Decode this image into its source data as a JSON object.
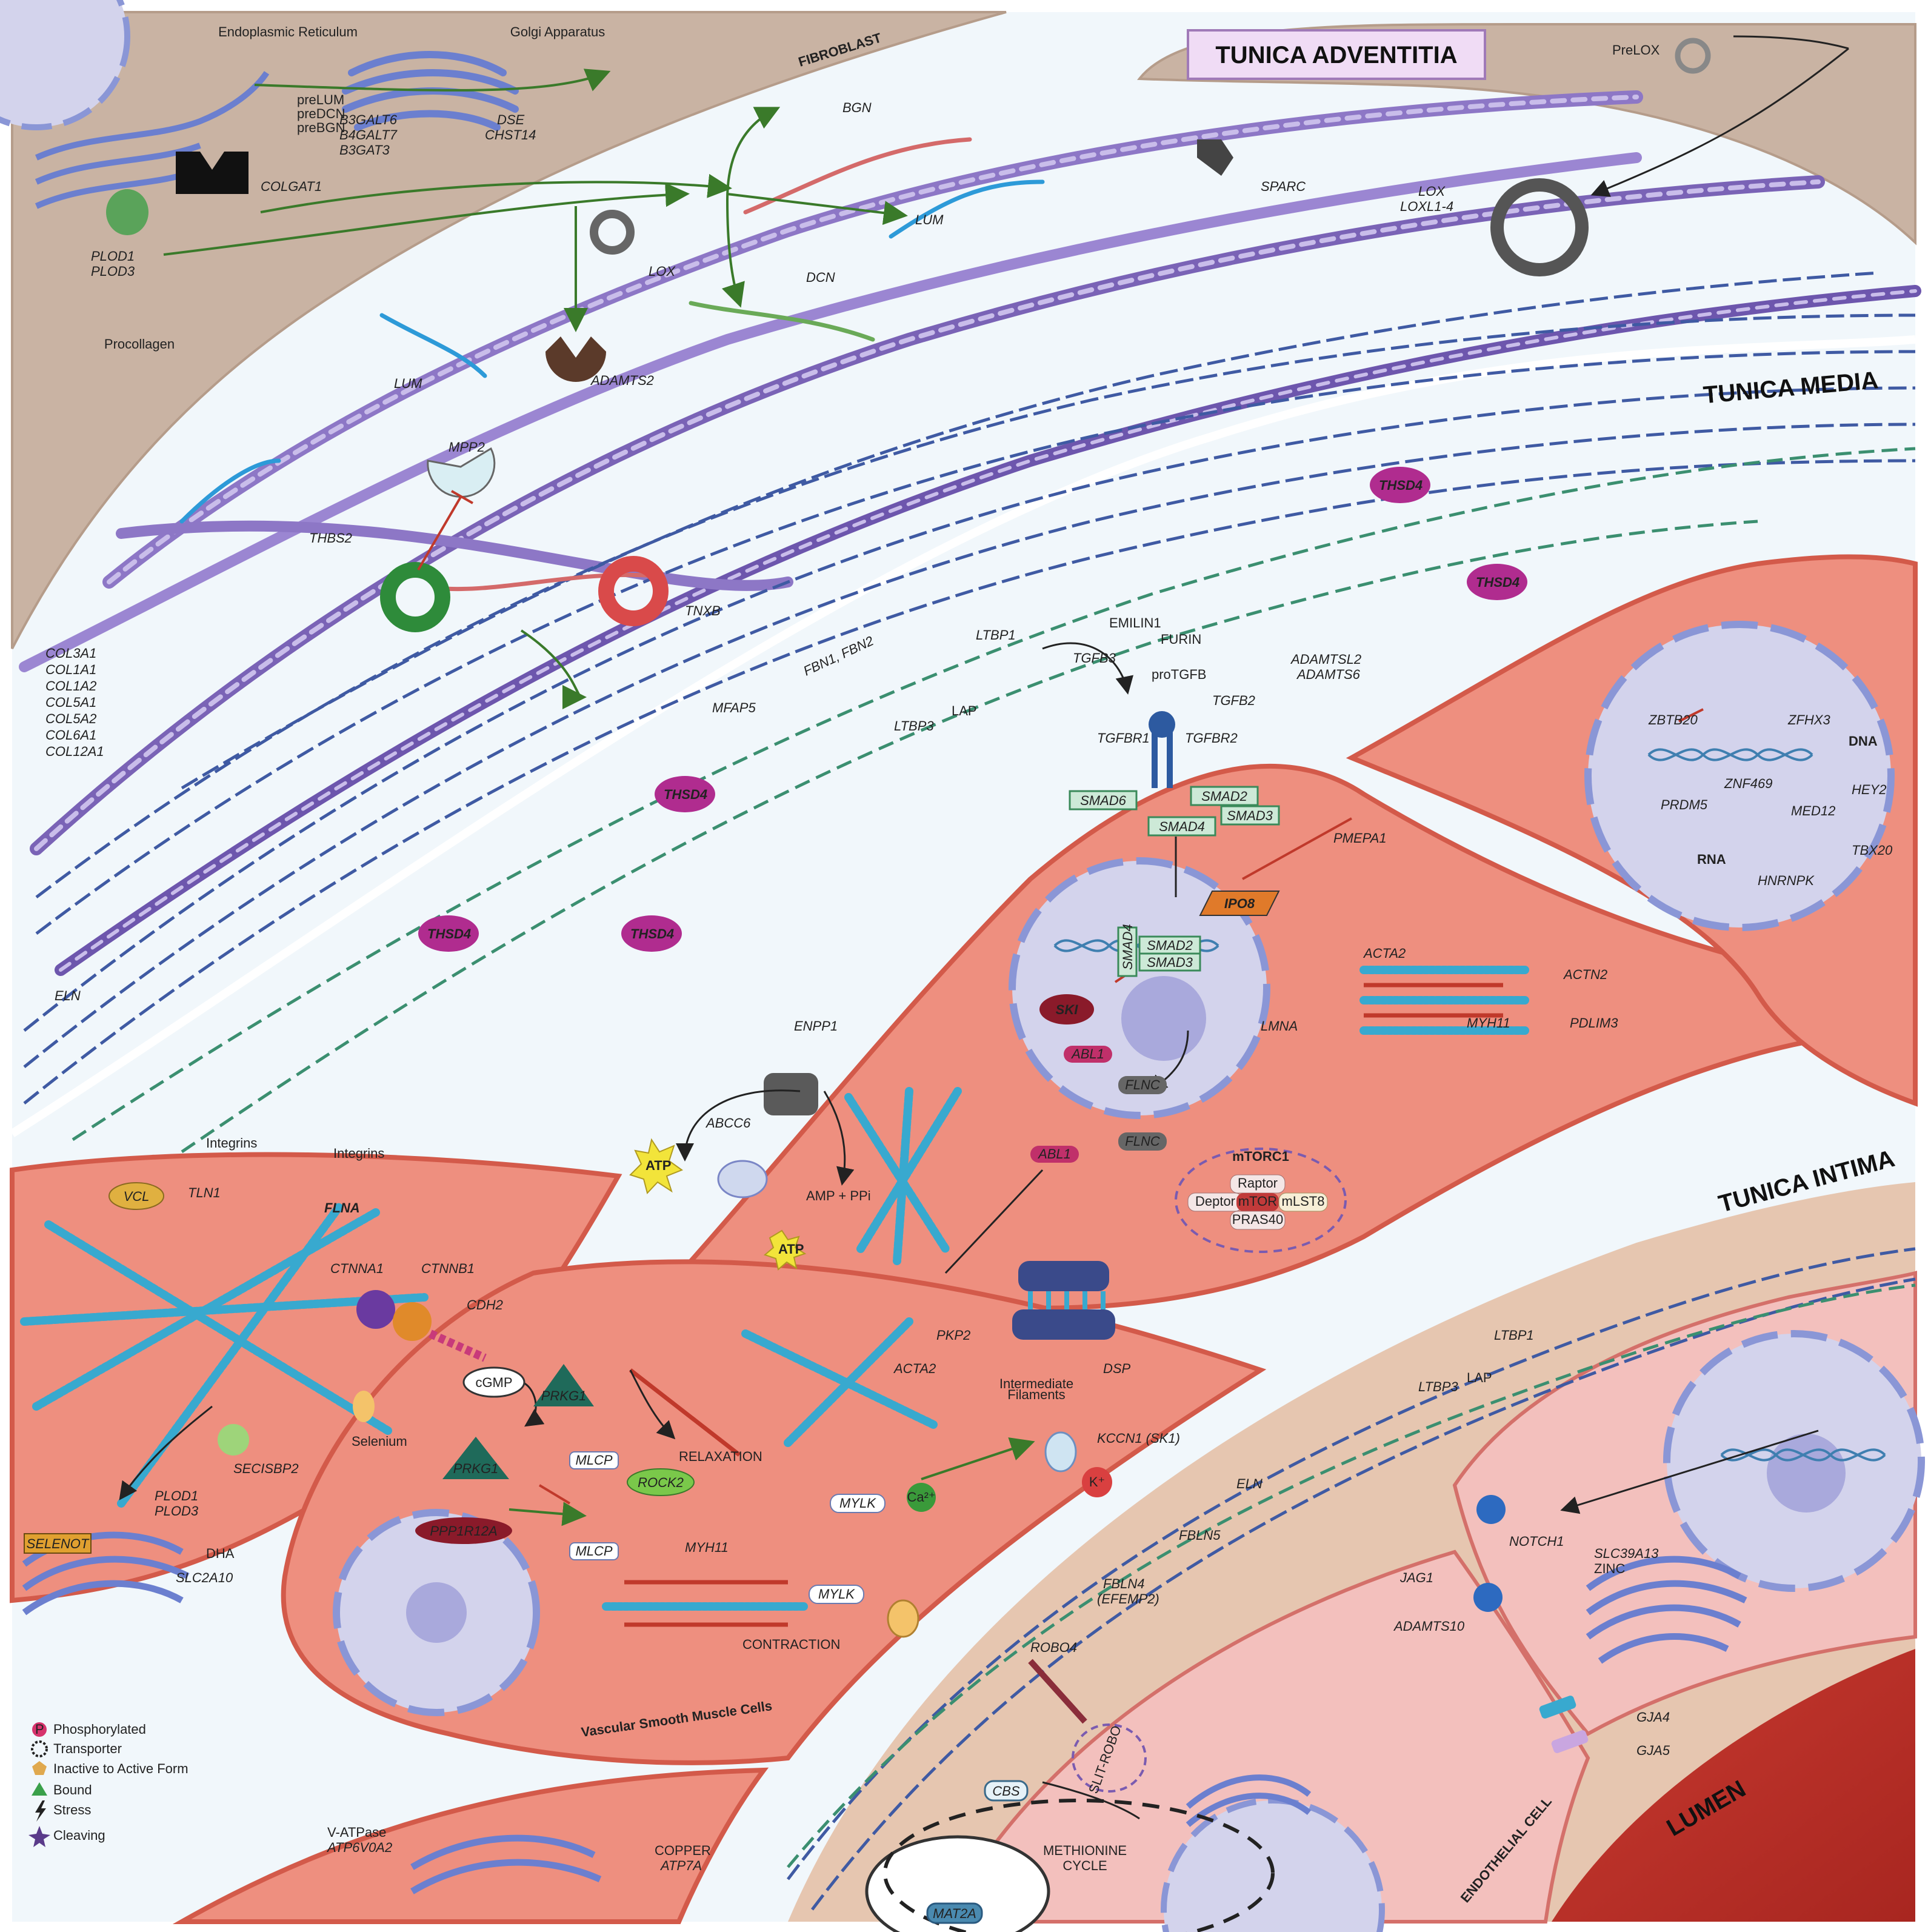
{
  "regions": {
    "adventitia": "TUNICA ADVENTITIA",
    "media": "TUNICA MEDIA",
    "intima": "TUNICA INTIMA",
    "lumen": "LUMEN",
    "fibroblast": "FIBROBLAST",
    "vsmc": "Vascular Smooth Muscle Cells",
    "endothelial": "ENDOTHELIAL CELL"
  },
  "colors": {
    "fibroblast_bg": "#c9b3a3",
    "matrix_bg": "#f2f7fa",
    "smc_fill": "#ee8f7f",
    "smc_stroke": "#d35a4a",
    "endo_fill": "#f3c0bd",
    "intima_band": "#e6c6b0",
    "lumen": "#c23a30",
    "collagen": "#7a63b6",
    "elastin": "#3f5aa3",
    "microfibril": "#3b8f70",
    "actin": "#38a9cf",
    "nucleus": "#c9cbe8"
  },
  "fibroblast": {
    "er": "Endoplasmic Reticulum",
    "golgi": "Golgi Apparatus",
    "pre": [
      "preLUM",
      "preDCN",
      "preBGN"
    ],
    "glyco": [
      "B3GALT6",
      "B4GALT7",
      "B3GAT3"
    ],
    "dse": [
      "DSE",
      "CHST14"
    ],
    "colgat": "COLGAT1",
    "plod": [
      "PLOD1",
      "PLOD3"
    ],
    "procollagen": "Procollagen",
    "prelox": "PreLOX"
  },
  "ecm": {
    "bgn": "BGN",
    "lum": "LUM",
    "lum2": "LUM",
    "dcn": "DCN",
    "lox": "LOX",
    "lox_family": [
      "LOX",
      "LOXL1-4"
    ],
    "sparc": "SPARC",
    "adamts2": "ADAMTS2",
    "mpp2": "MPP2",
    "thbs2": "THBS2",
    "tnxb": "TNXB",
    "collagens": [
      "COL3A1",
      "COL1A1",
      "COL1A2",
      "COL5A1",
      "COL5A2",
      "COL6A1",
      "COL12A1"
    ],
    "eln": "ELN",
    "thsd4": "THSD4",
    "mfap5": "MFAP5",
    "fbn": "FBN1, FBN2",
    "ltbp1": "LTBP1",
    "ltbp3": "LTBP3",
    "lap": "LAP",
    "emilin": "EMILIN1",
    "furin": "FURIN",
    "protgfb": "proTGFB",
    "tgfb3": "TGFB3",
    "tgfb2": "TGFB2",
    "adamtsl": [
      "ADAMTSL2",
      "ADAMTS6"
    ],
    "tgfbr1": "TGFBR1",
    "tgfbr2": "TGFBR2",
    "enpp1": "ENPP1",
    "abcc6": "ABCC6",
    "atp": "ATP",
    "ampppi": "AMP + PPi"
  },
  "smc": {
    "smad6": "SMAD6",
    "smad2": "SMAD2",
    "smad3": "SMAD3",
    "smad4": "SMAD4",
    "pmepa1": "PMEPA1",
    "ipo8": "IPO8",
    "ski": "SKI",
    "abl1": "ABL1",
    "lmna": "LMNA",
    "flnc": "FLNC",
    "mtorc1": "mTORC1",
    "raptor": "Raptor",
    "deptor": "Deptor",
    "mtor": "mTOR",
    "mlst8": "mLST8",
    "pras40": "PRAS40",
    "acta2": "ACTA2",
    "actn2": "ACTN2",
    "myh11": "MYH11",
    "pdlim3": "PDLIM3",
    "integrins": "Integrins",
    "vcl": "VCL",
    "tln1": "TLN1",
    "flna": "FLNA",
    "ctnna1": "CTNNA1",
    "ctnnb1": "CTNNB1",
    "cdh2": "CDH2",
    "secisbp2": "SECISBP2",
    "selenium": "Selenium",
    "selenot": "SELENOT",
    "plod": [
      "PLOD1",
      "PLOD3"
    ],
    "dha": "DHA",
    "slc2a10": "SLC2A10",
    "cgmp": "cGMP",
    "prkg1": "PRKG1",
    "ppp1r12a": "PPP1R12A",
    "mlcp": "MLCP",
    "rock2": "ROCK2",
    "relaxation": "RELAXATION",
    "mylk": "MYLK",
    "ca": "Ca²⁺",
    "contraction": "CONTRACTION",
    "pkp2": "PKP2",
    "dsp": "DSP",
    "if": [
      "Intermediate",
      "Filaments"
    ],
    "kccn1": "KCCN1 (SK1)",
    "k": "K⁺",
    "vatpase": [
      "V-ATPase",
      "ATP6V0A2"
    ],
    "copper": [
      "COPPER",
      "ATP7A"
    ]
  },
  "nucleus2": {
    "zbtb20": "ZBTB20",
    "zfhx3": "ZFHX3",
    "dna": "DNA",
    "prdm5": "PRDM5",
    "znf469": "ZNF469",
    "med12": "MED12",
    "hey2": "HEY2",
    "tbx20": "TBX20",
    "rna": "RNA",
    "hnrnpk": "HNRNPK"
  },
  "intima": {
    "ltbp1": "LTBP1",
    "ltbp3": "LTBP3",
    "lap": "LAP",
    "eln": "ELN",
    "fbln5": "FBLN5",
    "fbln4": [
      "FBLN4",
      "(EFEMP2)"
    ],
    "notch1": "NOTCH1",
    "jag1": "JAG1",
    "adamts10": "ADAMTS10",
    "slc39a13": [
      "SLC39A13",
      "ZINC"
    ],
    "gja4": "GJA4",
    "gja5": "GJA5",
    "robo4": "ROBO4",
    "slitrobo": "SLIT-ROBO",
    "cbs": "CBS",
    "mat2a": "MAT2A",
    "methionine": [
      "METHIONINE",
      "CYCLE"
    ]
  },
  "legend": [
    {
      "label": "Phosphorylated",
      "icon": "phospho-icon"
    },
    {
      "label": "Transporter",
      "icon": "transporter-icon"
    },
    {
      "label": "Inactive to Active Form",
      "icon": "pentagon-icon"
    },
    {
      "label": "Bound",
      "icon": "triangle-icon"
    },
    {
      "label": "Stress",
      "icon": "bolt-icon"
    },
    {
      "label": "Cleaving",
      "icon": "star-icon"
    }
  ],
  "legend_colors": {
    "phospho": "#d6336c",
    "pentagon": "#e0a94e",
    "bound": "#3aa04a",
    "stress": "#222222",
    "cleave": "#5a3b8a"
  }
}
